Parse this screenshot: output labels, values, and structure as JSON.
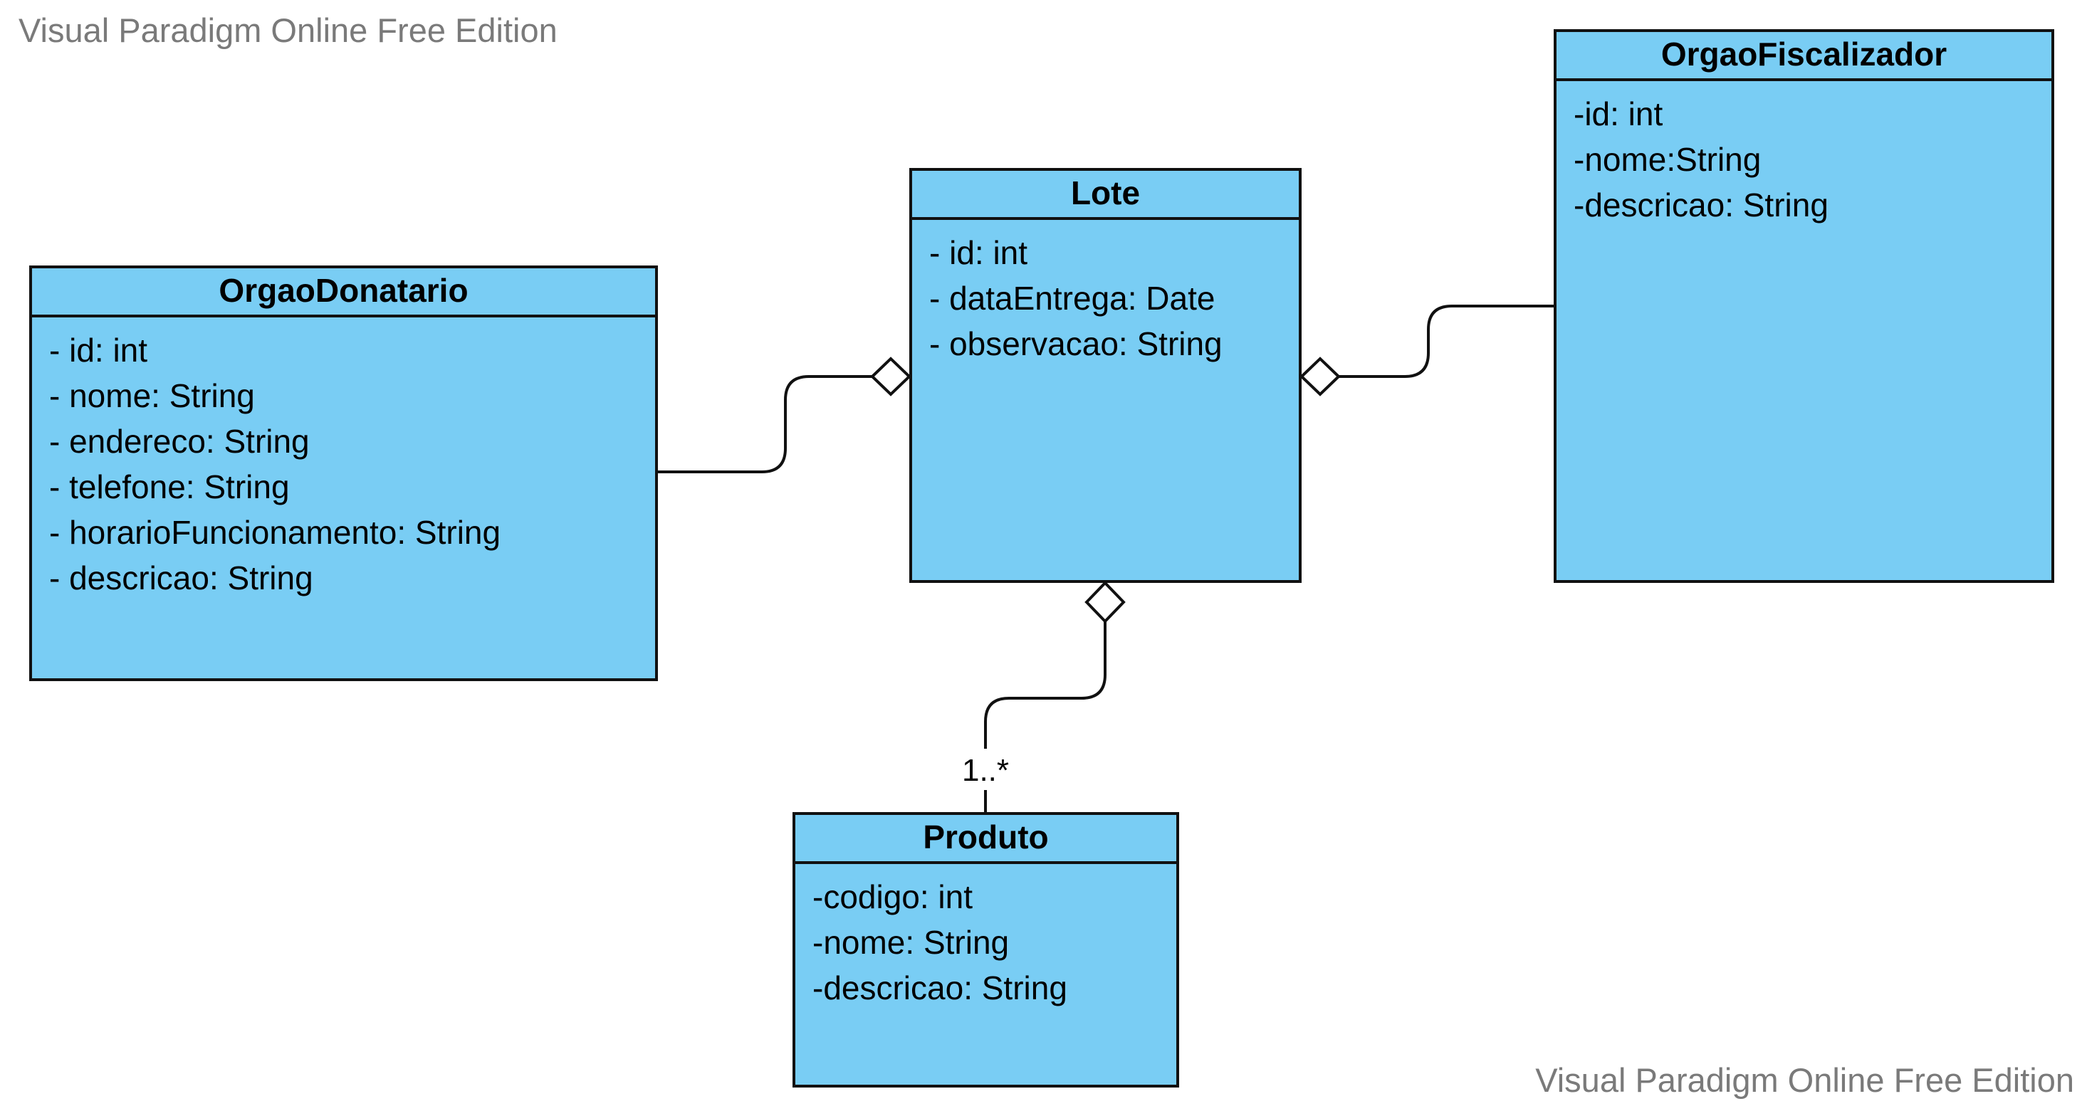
{
  "watermark": {
    "top": "Visual Paradigm Online Free Edition",
    "bottom": "Visual Paradigm Online Free Edition"
  },
  "colors": {
    "class_fill": "#79cdf4",
    "border": "#111111",
    "watermark_text": "#7a7a7a"
  },
  "classes": {
    "orgao_donatario": {
      "name": "OrgaoDonatario",
      "attributes": [
        "- id: int",
        "- nome: String",
        "- endereco: String",
        "- telefone: String",
        "- horarioFuncionamento: String",
        "- descricao: String"
      ]
    },
    "lote": {
      "name": "Lote",
      "attributes": [
        "- id: int",
        "- dataEntrega: Date",
        "- observacao: String"
      ]
    },
    "orgao_fiscalizador": {
      "name": "OrgaoFiscalizador",
      "attributes": [
        "-id: int",
        "-nome:String",
        "-descricao: String"
      ]
    },
    "produto": {
      "name": "Produto",
      "attributes": [
        "-codigo: int",
        "-nome: String",
        "-descricao: String"
      ]
    }
  },
  "associations": [
    {
      "from": "OrgaoDonatario",
      "to": "Lote",
      "type": "aggregation",
      "multiplicity": ""
    },
    {
      "from": "OrgaoFiscalizador",
      "to": "Lote",
      "type": "aggregation",
      "multiplicity": ""
    },
    {
      "from": "Produto",
      "to": "Lote",
      "type": "aggregation",
      "multiplicity": "1..*"
    }
  ]
}
